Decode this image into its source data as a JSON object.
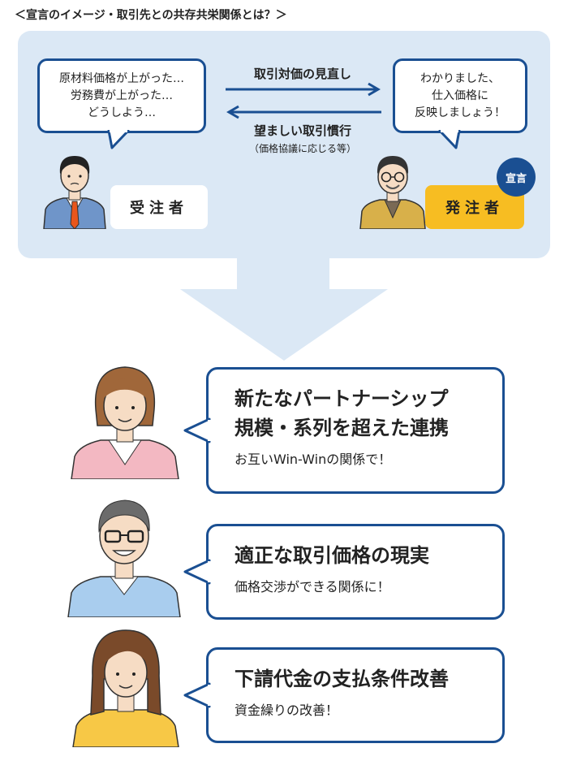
{
  "title": "＜宣言のイメージ・取引先との共存共栄関係とは？＞",
  "top": {
    "left_bubble": [
      "原材料価格が上がった…",
      "労務費が上がった…",
      "どうしよう…"
    ],
    "right_bubble": [
      "わかりました、",
      "仕入価格に",
      "反映しましょう！"
    ],
    "arrow_right_label": "取引対価の見直し",
    "arrow_left_label": "望ましい取引慣行",
    "arrow_left_sublabel": "（価格協議に応じる等）",
    "role_left": "受注者",
    "role_right": "発注者",
    "badge": "宣言"
  },
  "cards": [
    {
      "lines": [
        "新たなパートナーシップ",
        "規模・系列を超えた連携"
      ],
      "sub": "お互いWin-Winの関係で！"
    },
    {
      "lines": [
        "適正な取引価格の現実"
      ],
      "sub": "価格交渉ができる関係に！"
    },
    {
      "lines": [
        "下請代金の支払条件改善"
      ],
      "sub": "資金繰りの改善！"
    }
  ],
  "colors": {
    "panel_bg": "#dbe8f5",
    "accent_blue": "#1a4f92",
    "badge_yellow": "#f7bd22",
    "arrow_blue": "#dbe8f5"
  }
}
